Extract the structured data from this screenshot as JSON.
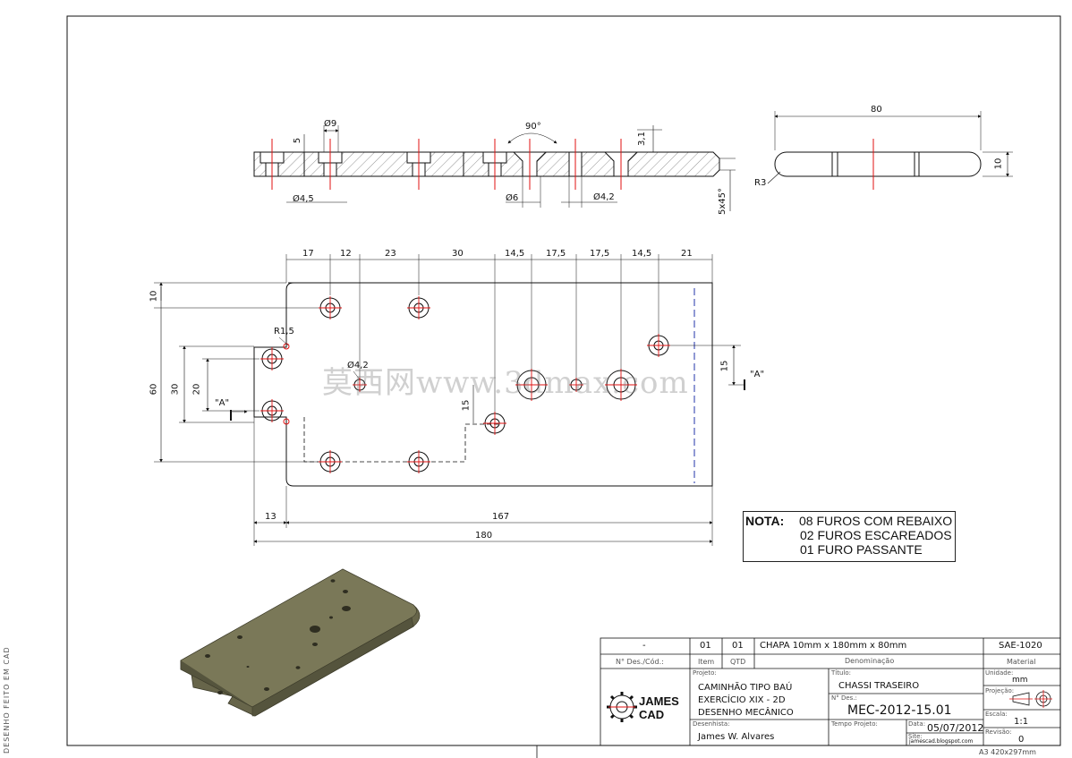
{
  "side_label": "DESENHO FEITO EM CAD",
  "watermark": "莫西网www.3dmax.com",
  "section_view": {
    "dims": {
      "d9": "Ø9",
      "h5": "5",
      "angle": "90°",
      "h31": "3,1",
      "d45": "Ø4,5",
      "d6": "Ø6",
      "d42": "Ø4,2",
      "chamfer": "5x45°"
    }
  },
  "side_view": {
    "width": "80",
    "thickness": "10",
    "radius": "R3"
  },
  "plan_view": {
    "top_dims": [
      "17",
      "12",
      "23",
      "30",
      "14,5",
      "17,5",
      "17,5",
      "14,5",
      "21"
    ],
    "left_dims": {
      "d10": "10",
      "d60": "60",
      "d30": "30",
      "d20": "20"
    },
    "r15": "R1,5",
    "hole_d42": "Ø4,2",
    "section_a_left": "\"A\"",
    "section_a_right": "\"A\"",
    "dim15_center": "15",
    "dim15_right": "15",
    "bottom_dims": {
      "d13": "13",
      "d167": "167",
      "d180": "180"
    }
  },
  "note": {
    "label": "NOTA:",
    "lines": [
      "08 FUROS COM REBAIXO",
      "02 FUROS  ESCAREADOS",
      "01 FURO PASSANTE"
    ]
  },
  "title_block": {
    "row1": {
      "des_cod": "-",
      "item": "01",
      "qtd": "01",
      "denominacao": "CHAPA 10mm x 180mm x 80mm",
      "material": "SAE-1020"
    },
    "headers": {
      "des_cod": "N° Des./Cód.:",
      "item": "Item",
      "qtd": "QTD",
      "denominacao": "Denominação",
      "material": "Material"
    },
    "projeto_label": "Projeto:",
    "projeto_lines": [
      "CAMINHÃO TIPO BAÚ",
      "EXERCÍCIO XIX - 2D",
      "DESENHO MECÂNICO"
    ],
    "titulo_label": "Título:",
    "titulo": "CHASSI TRASEIRO",
    "ndes_label": "N° Des.:",
    "ndes": "MEC-2012-15.01",
    "tempo_label": "Tempo Projeto:",
    "data_label": "Data:",
    "data": "05/07/2012",
    "site_label": "Site:",
    "site": "jamescad.blogspot.com",
    "desenhista_label": "Desenhista:",
    "desenhista": "James W. Alvares",
    "unidade_label": "Unidade:",
    "unidade": "mm",
    "projecao_label": "Projeção:",
    "escala_label": "Escala:",
    "escala": "1:1",
    "revisao_label": "Revisão:",
    "revisao": "0",
    "logo_text": [
      "JAMES",
      "CAD"
    ],
    "sheet_size": "A3  420x297mm"
  },
  "colors": {
    "center_line": "#e01010",
    "hidden_line": "#2233aa",
    "iso_fill": "#6b6a4f",
    "iso_top": "#7d7b5c",
    "line": "#111111"
  }
}
